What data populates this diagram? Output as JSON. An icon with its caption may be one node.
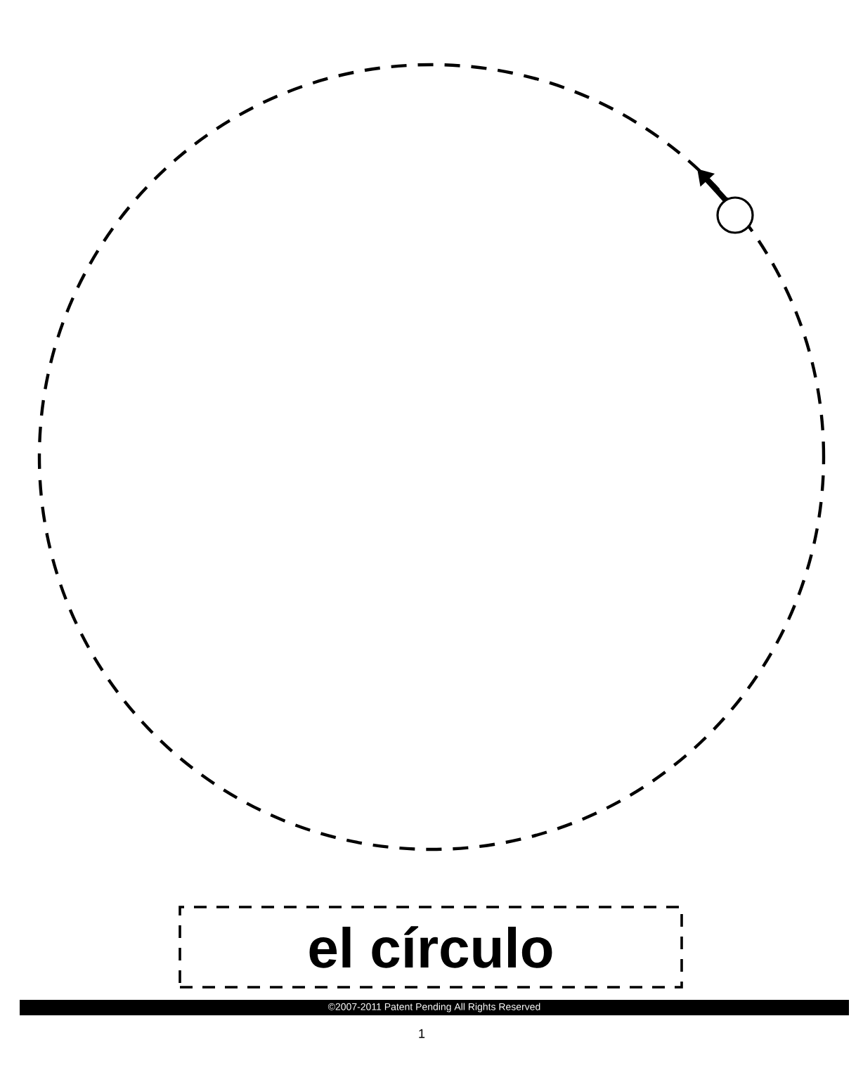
{
  "diagram": {
    "nodes": [
      {
        "text": [
          "el círculo"
        ]
      },
      {
        "text": [
          "©2007-2011 Patent Pending All Rights Reserved"
        ]
      }
    ],
    "labels": [
      "1"
    ]
  }
}
